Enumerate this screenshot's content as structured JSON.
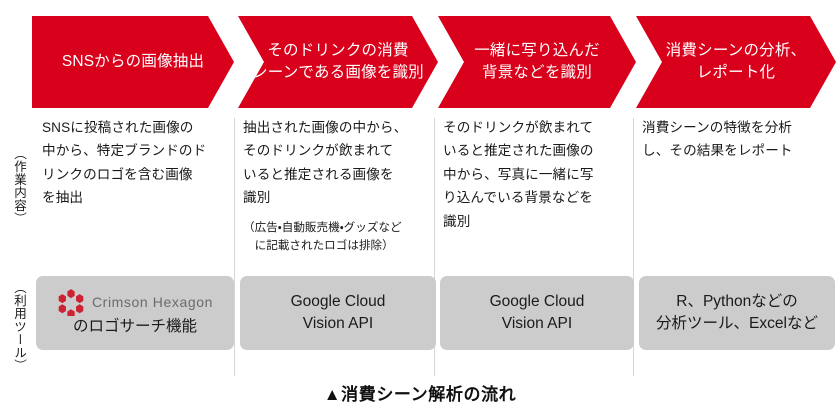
{
  "caption": "▲消費シーン解析の流れ",
  "colors": {
    "chevron_red": "#d8001b",
    "tool_box_gray": "#cccccc",
    "brand_text_gray": "#6b6b6b",
    "body_text": "#1a1a1a",
    "logo_red": "#cc2233"
  },
  "row_labels": {
    "work": "（作業内容）",
    "tools": "（利用ツール）"
  },
  "steps": [
    {
      "chevron_label": "SNSからの画像抽出",
      "description": "SNSに投稿された画像の\n中から、特定ブランドのド\nリンクのロゴを含む画像\nを抽出",
      "note": "",
      "tool": {
        "type": "brand",
        "brand_name": "Crimson Hexagon",
        "brand_logo_icon": "crimson-hexagon-logo",
        "sub_label": "のロゴサーチ機能"
      }
    },
    {
      "chevron_label": "そのドリンクの消費\nシーンである画像を識別",
      "description": "抽出された画像の中から、\nそのドリンクが飲まれて\nいると推定される画像を\n識別",
      "note": "（広告・自動販売機・グッズなど\n　に記載されたロゴは排除）",
      "tool": {
        "type": "text",
        "label": "Google Cloud\nVision API"
      }
    },
    {
      "chevron_label": "一緒に写り込んだ\n背景などを識別",
      "description": "そのドリンクが飲まれて\nいると推定された画像の\n中から、写真に一緒に写\nり込んでいる背景などを\n識別",
      "note": "",
      "tool": {
        "type": "text",
        "label": "Google Cloud\nVision API"
      }
    },
    {
      "chevron_label": "消費シーンの分析、\nレポート化",
      "description": "消費シーンの特徴を分析\nし、その結果をレポート",
      "note": "",
      "tool": {
        "type": "text",
        "label": "R、Pythonなどの\n分析ツール、Excelなど"
      }
    }
  ]
}
